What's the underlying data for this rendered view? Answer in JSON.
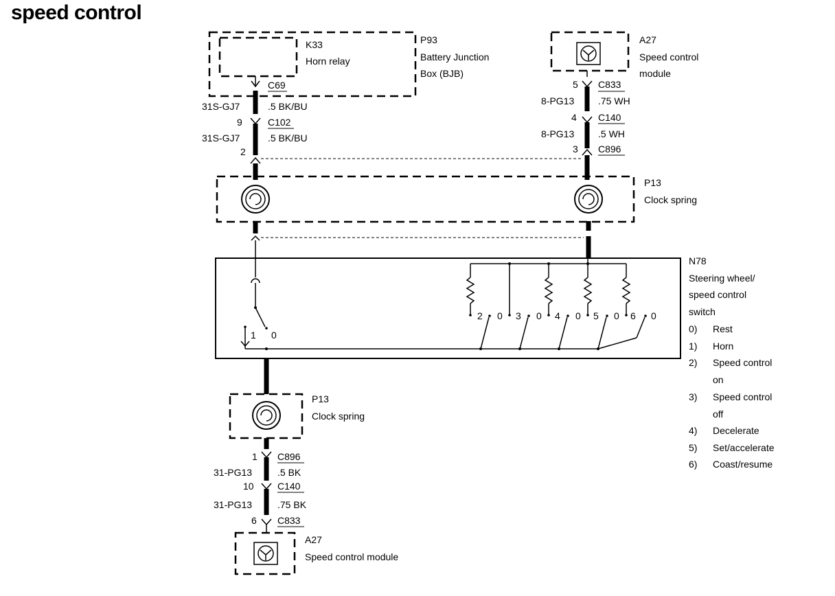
{
  "title": "speed control",
  "components": {
    "k33": {
      "id": "K33",
      "name": "Horn relay"
    },
    "p93": {
      "id": "P93",
      "name_line1": "Battery Junction",
      "name_line2": "Box (BJB)"
    },
    "a27_top": {
      "id": "A27",
      "name_line1": "Speed control",
      "name_line2": "module"
    },
    "p13_top": {
      "id": "P13",
      "name": "Clock spring"
    },
    "n78": {
      "id": "N78",
      "name_line1": "Steering wheel/",
      "name_line2": "speed control",
      "name_line3": "switch"
    },
    "p13_bottom": {
      "id": "P13",
      "name": "Clock spring"
    },
    "a27_bottom": {
      "id": "A27",
      "name": "Speed control module"
    }
  },
  "left_top_wiring": {
    "c69": "C69",
    "circuit1": "31S-GJ7",
    "wire1": ".5 BK/BU",
    "pin9": "9",
    "c102": "C102",
    "circuit2": "31S-GJ7",
    "wire2": ".5 BK/BU",
    "pin2": "2"
  },
  "right_top_wiring": {
    "pin5": "5",
    "c833": "C833",
    "circuit1": "8-PG13",
    "wire1": ".75 WH",
    "pin4": "4",
    "c140": "C140",
    "circuit2": "8-PG13",
    "wire2": ".5 WH",
    "pin3": "3",
    "c896": "C896"
  },
  "bottom_wiring": {
    "pin1": "1",
    "c896": "C896",
    "circuit1": "31-PG13",
    "wire1": ".5 BK",
    "pin10": "10",
    "c140": "C140",
    "circuit2": "31-PG13",
    "wire2": ".75 BK",
    "pin6": "6",
    "c833": "C833"
  },
  "horn_switch": {
    "pos1": "1",
    "pos0": "0"
  },
  "speed_switches": [
    {
      "pos": "2",
      "rest": "0"
    },
    {
      "pos": "3",
      "rest": "0"
    },
    {
      "pos": "4",
      "rest": "0"
    },
    {
      "pos": "5",
      "rest": "0"
    },
    {
      "pos": "6",
      "rest": "0"
    }
  ],
  "legend": [
    {
      "key": "0)",
      "line1": "Rest",
      "line2": ""
    },
    {
      "key": "1)",
      "line1": "Horn",
      "line2": ""
    },
    {
      "key": "2)",
      "line1": "Speed control",
      "line2": "on"
    },
    {
      "key": "3)",
      "line1": "Speed control",
      "line2": "off"
    },
    {
      "key": "4)",
      "line1": "Decelerate",
      "line2": ""
    },
    {
      "key": "5)",
      "line1": "Set/accelerate",
      "line2": ""
    },
    {
      "key": "6)",
      "line1": "Coast/resume",
      "line2": ""
    }
  ]
}
